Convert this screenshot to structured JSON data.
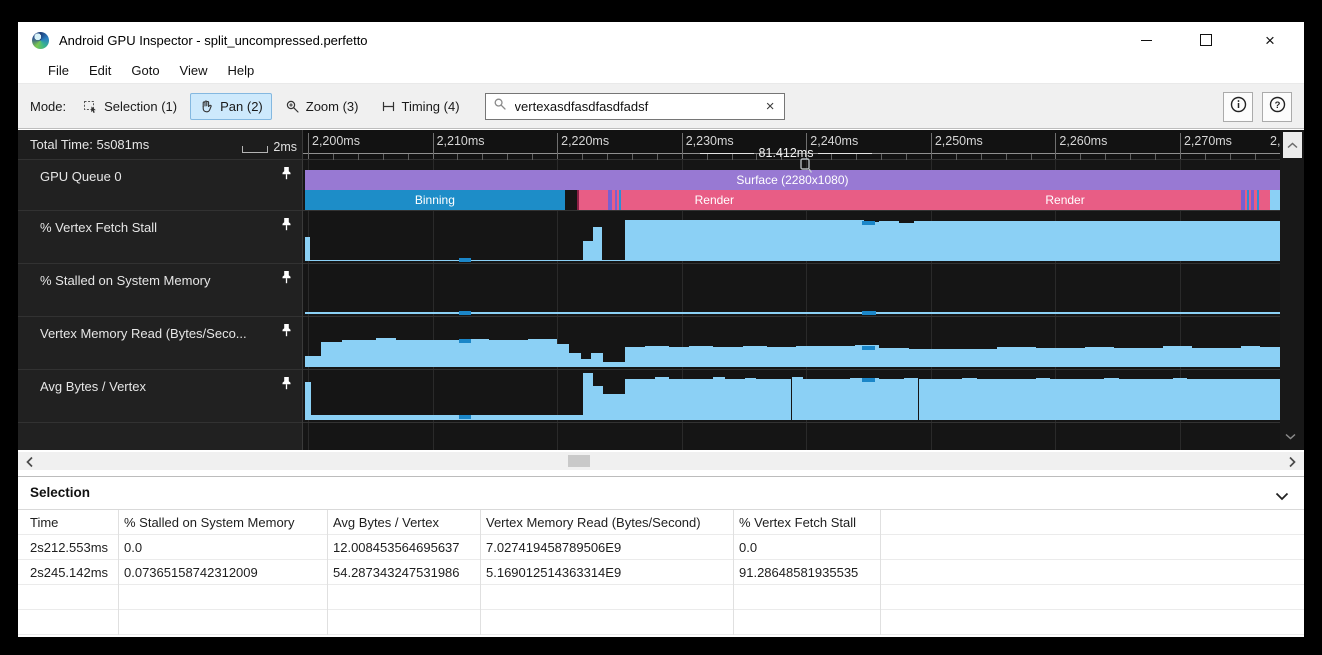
{
  "window": {
    "title": "Android GPU Inspector - split_uncompressed.perfetto",
    "controls": [
      "minimize",
      "maximize",
      "close"
    ]
  },
  "menu": {
    "items": [
      "File",
      "Edit",
      "Goto",
      "View",
      "Help"
    ]
  },
  "toolbar": {
    "mode_label": "Mode:",
    "mode_buttons": [
      {
        "label": "Selection (1)",
        "icon": "selection",
        "active": false
      },
      {
        "label": "Pan (2)",
        "icon": "pan",
        "active": true
      },
      {
        "label": "Zoom (3)",
        "icon": "zoom",
        "active": false
      },
      {
        "label": "Timing (4)",
        "icon": "timing",
        "active": false
      }
    ],
    "search": {
      "value": "vertexasdfasdfasdfadsf",
      "clear_label": "×"
    },
    "info_button": "info",
    "help_button": "help"
  },
  "timeline": {
    "total_time_label": "Total Time: 5s081ms",
    "scale_label": "2ms",
    "measurement_label": "81.412ms",
    "ruler": {
      "tick_labels": [
        "2,200ms",
        "2,210ms",
        "2,220ms",
        "2,230ms",
        "2,240ms",
        "2,250ms",
        "2,260ms",
        "2,270ms"
      ],
      "clipped_label": "2,2"
    },
    "tracks": [
      {
        "name": "GPU Queue 0",
        "type": "slices",
        "surface": {
          "label": "Surface (2280x1080)",
          "x": 0.002,
          "w": 0.998
        },
        "row2": [
          {
            "label": "Binning",
            "kind": "binning",
            "x": 0.002,
            "w": 0.266
          },
          {
            "label": "Render",
            "kind": "render",
            "x": 0.282,
            "w": 0.278
          },
          {
            "label": "Render",
            "kind": "render",
            "x": 0.56,
            "w": 0.44
          }
        ],
        "stripes": [
          {
            "x": 0.2805,
            "w": 0.0025,
            "c": "#8a1f45"
          },
          {
            "x": 0.312,
            "w": 0.004,
            "c": "#7a5fd0"
          },
          {
            "x": 0.319,
            "w": 0.002,
            "c": "#7a5fd0"
          },
          {
            "x": 0.323,
            "w": 0.002,
            "c": "#2b8fd6"
          },
          {
            "x": 0.96,
            "w": 0.004,
            "c": "#7a5fd0"
          },
          {
            "x": 0.966,
            "w": 0.002,
            "c": "#2b8fd6"
          },
          {
            "x": 0.97,
            "w": 0.003,
            "c": "#7a5fd0"
          },
          {
            "x": 0.976,
            "w": 0.002,
            "c": "#2b8fd6"
          },
          {
            "x": 0.99,
            "w": 0.01,
            "c": "#8bd0f5"
          }
        ]
      },
      {
        "name": "% Vertex Fetch Stall",
        "type": "counter",
        "steps": [
          {
            "x": 0.002,
            "w": 0.005,
            "h": 0.5
          },
          {
            "x": 0.007,
            "w": 0.28,
            "h": 0.03
          },
          {
            "x": 0.287,
            "w": 0.01,
            "h": 0.4
          },
          {
            "x": 0.297,
            "w": 0.009,
            "h": 0.7
          },
          {
            "x": 0.306,
            "w": 0.024,
            "h": 0.03
          },
          {
            "x": 0.33,
            "w": 0.244,
            "h": 0.83
          },
          {
            "x": 0.574,
            "w": 0.016,
            "h": 0.79
          },
          {
            "x": 0.59,
            "w": 0.02,
            "h": 0.82
          },
          {
            "x": 0.61,
            "w": 0.015,
            "h": 0.78
          },
          {
            "x": 0.625,
            "w": 0.375,
            "h": 0.82
          }
        ],
        "markers": [
          {
            "x": 0.16,
            "w": 0.012,
            "h": 0.045
          },
          {
            "x": 0.572,
            "w": 0.013,
            "h": 0.84
          }
        ]
      },
      {
        "name": "% Stalled on System Memory",
        "type": "counter",
        "steps": [
          {
            "x": 0.002,
            "w": 0.998,
            "h": 0.035
          }
        ],
        "markers": [
          {
            "x": 0.16,
            "w": 0.012,
            "h": 0.05
          },
          {
            "x": 0.572,
            "w": 0.015,
            "h": 0.05
          }
        ]
      },
      {
        "name": "Vertex Memory Read (Bytes/Seco...",
        "type": "counter",
        "steps": [
          {
            "x": 0.002,
            "w": 0.016,
            "h": 0.22
          },
          {
            "x": 0.018,
            "w": 0.022,
            "h": 0.52
          },
          {
            "x": 0.04,
            "w": 0.035,
            "h": 0.56
          },
          {
            "x": 0.075,
            "w": 0.02,
            "h": 0.59
          },
          {
            "x": 0.095,
            "w": 0.065,
            "h": 0.56
          },
          {
            "x": 0.16,
            "w": 0.03,
            "h": 0.58
          },
          {
            "x": 0.19,
            "w": 0.04,
            "h": 0.55
          },
          {
            "x": 0.23,
            "w": 0.03,
            "h": 0.57
          },
          {
            "x": 0.26,
            "w": 0.012,
            "h": 0.47
          },
          {
            "x": 0.272,
            "w": 0.013,
            "h": 0.28
          },
          {
            "x": 0.285,
            "w": 0.01,
            "h": 0.17
          },
          {
            "x": 0.295,
            "w": 0.012,
            "h": 0.28
          },
          {
            "x": 0.307,
            "w": 0.023,
            "h": 0.1
          },
          {
            "x": 0.33,
            "w": 0.02,
            "h": 0.4
          },
          {
            "x": 0.35,
            "w": 0.025,
            "h": 0.43
          },
          {
            "x": 0.375,
            "w": 0.02,
            "h": 0.4
          },
          {
            "x": 0.395,
            "w": 0.025,
            "h": 0.43
          },
          {
            "x": 0.42,
            "w": 0.03,
            "h": 0.41
          },
          {
            "x": 0.45,
            "w": 0.025,
            "h": 0.43
          },
          {
            "x": 0.475,
            "w": 0.03,
            "h": 0.41
          },
          {
            "x": 0.505,
            "w": 0.03,
            "h": 0.43
          },
          {
            "x": 0.535,
            "w": 0.03,
            "h": 0.42
          },
          {
            "x": 0.565,
            "w": 0.025,
            "h": 0.44
          },
          {
            "x": 0.59,
            "w": 0.03,
            "h": 0.38
          },
          {
            "x": 0.62,
            "w": 0.09,
            "h": 0.37
          },
          {
            "x": 0.71,
            "w": 0.04,
            "h": 0.4
          },
          {
            "x": 0.75,
            "w": 0.05,
            "h": 0.38
          },
          {
            "x": 0.8,
            "w": 0.03,
            "h": 0.41
          },
          {
            "x": 0.83,
            "w": 0.05,
            "h": 0.38
          },
          {
            "x": 0.88,
            "w": 0.03,
            "h": 0.42
          },
          {
            "x": 0.91,
            "w": 0.05,
            "h": 0.39
          },
          {
            "x": 0.96,
            "w": 0.02,
            "h": 0.43
          },
          {
            "x": 0.98,
            "w": 0.02,
            "h": 0.4
          }
        ],
        "markers": [
          {
            "x": 0.16,
            "w": 0.012,
            "h": 0.6
          },
          {
            "x": 0.572,
            "w": 0.013,
            "h": 0.455
          }
        ]
      },
      {
        "name": "Avg Bytes / Vertex",
        "type": "counter",
        "steps": [
          {
            "x": 0.002,
            "w": 0.006,
            "h": 0.78
          },
          {
            "x": 0.008,
            "w": 0.279,
            "h": 0.1
          },
          {
            "x": 0.287,
            "w": 0.01,
            "h": 0.95
          },
          {
            "x": 0.297,
            "w": 0.01,
            "h": 0.7
          },
          {
            "x": 0.307,
            "w": 0.023,
            "h": 0.54
          },
          {
            "x": 0.33,
            "w": 0.03,
            "h": 0.83
          },
          {
            "x": 0.36,
            "w": 0.015,
            "h": 0.88
          },
          {
            "x": 0.375,
            "w": 0.045,
            "h": 0.83
          },
          {
            "x": 0.42,
            "w": 0.012,
            "h": 0.87
          },
          {
            "x": 0.432,
            "w": 0.02,
            "h": 0.83
          },
          {
            "x": 0.452,
            "w": 0.012,
            "h": 0.86
          },
          {
            "x": 0.464,
            "w": 0.036,
            "h": 0.83
          },
          {
            "x": 0.5,
            "w": 0.012,
            "h": 0.87
          },
          {
            "x": 0.512,
            "w": 0.048,
            "h": 0.83
          },
          {
            "x": 0.56,
            "w": 0.03,
            "h": 0.86
          },
          {
            "x": 0.59,
            "w": 0.025,
            "h": 0.83
          },
          {
            "x": 0.615,
            "w": 0.015,
            "h": 0.86
          },
          {
            "x": 0.63,
            "w": 0.045,
            "h": 0.83
          },
          {
            "x": 0.675,
            "w": 0.015,
            "h": 0.86
          },
          {
            "x": 0.69,
            "w": 0.06,
            "h": 0.83
          },
          {
            "x": 0.75,
            "w": 0.015,
            "h": 0.86
          },
          {
            "x": 0.765,
            "w": 0.055,
            "h": 0.83
          },
          {
            "x": 0.82,
            "w": 0.015,
            "h": 0.86
          },
          {
            "x": 0.835,
            "w": 0.055,
            "h": 0.83
          },
          {
            "x": 0.89,
            "w": 0.015,
            "h": 0.86
          },
          {
            "x": 0.905,
            "w": 0.095,
            "h": 0.83
          }
        ],
        "markers": [
          {
            "x": 0.16,
            "w": 0.012,
            "h": 0.13
          },
          {
            "x": 0.572,
            "w": 0.013,
            "h": 0.875
          }
        ]
      }
    ]
  },
  "selection": {
    "title": "Selection",
    "columns": [
      "Time",
      "% Stalled on System Memory",
      "Avg Bytes / Vertex",
      "Vertex Memory Read (Bytes/Second)",
      "% Vertex Fetch Stall"
    ],
    "rows": [
      [
        "2s212.553ms",
        "0.0",
        "12.008453564695637",
        "7.027419458789506E9",
        "0.0"
      ],
      [
        "2s245.142ms",
        "0.07365158742312009",
        "54.287343247531986",
        "5.169012514363314E9",
        "91.28648581935535"
      ]
    ]
  },
  "palette": {
    "area_blue": "#8bd0f5",
    "marker_blue": "#1b86c8",
    "binning_blue": "#1d8dc8",
    "surface_purple": "#9879d3",
    "render_pink": "#e85d85",
    "active_mode_bg": "#cde9fc"
  }
}
